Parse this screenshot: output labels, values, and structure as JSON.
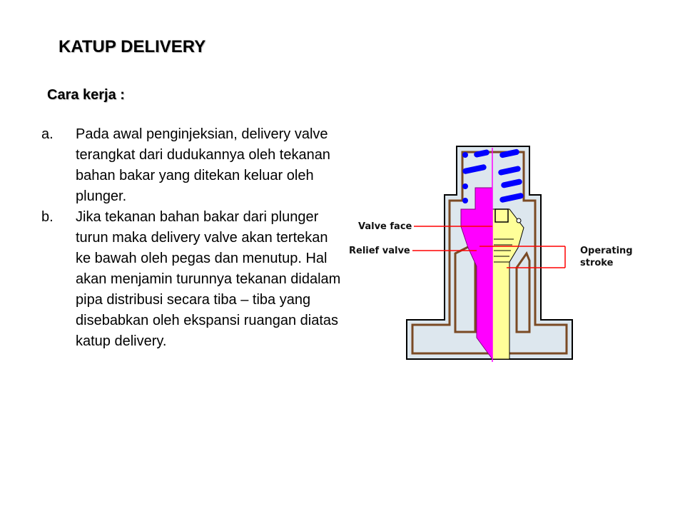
{
  "slide": {
    "title": "KATUP DELIVERY",
    "subtitle": "Cara kerja :",
    "items": [
      {
        "marker": "a.",
        "text": "Pada awal penginjeksian, delivery valve terangkat dari dudukannya oleh tekanan bahan bakar yang ditekan keluar oleh plunger."
      },
      {
        "marker": "b.",
        "text": "Jika tekanan bahan bakar dari plunger turun maka delivery valve akan tertekan ke bawah oleh pegas dan menutup. Hal akan menjamin turunnya tekanan didalam pipa distribusi secara tiba – tiba yang disebabkan oleh ekspansi ruangan diatas katup delivery."
      }
    ]
  },
  "diagram": {
    "labels": {
      "valve_face": "Valve face",
      "relief_valve": "Relief valve",
      "operating_1": "Operating",
      "operating_2": "stroke"
    },
    "colors": {
      "valve": "#ff00ff",
      "valve_right": "#ffff99",
      "spring": "#0000ff",
      "housing_fill": "#dde7ee",
      "housing_outline": "#7a4a24",
      "leader": "#ff0000"
    }
  }
}
